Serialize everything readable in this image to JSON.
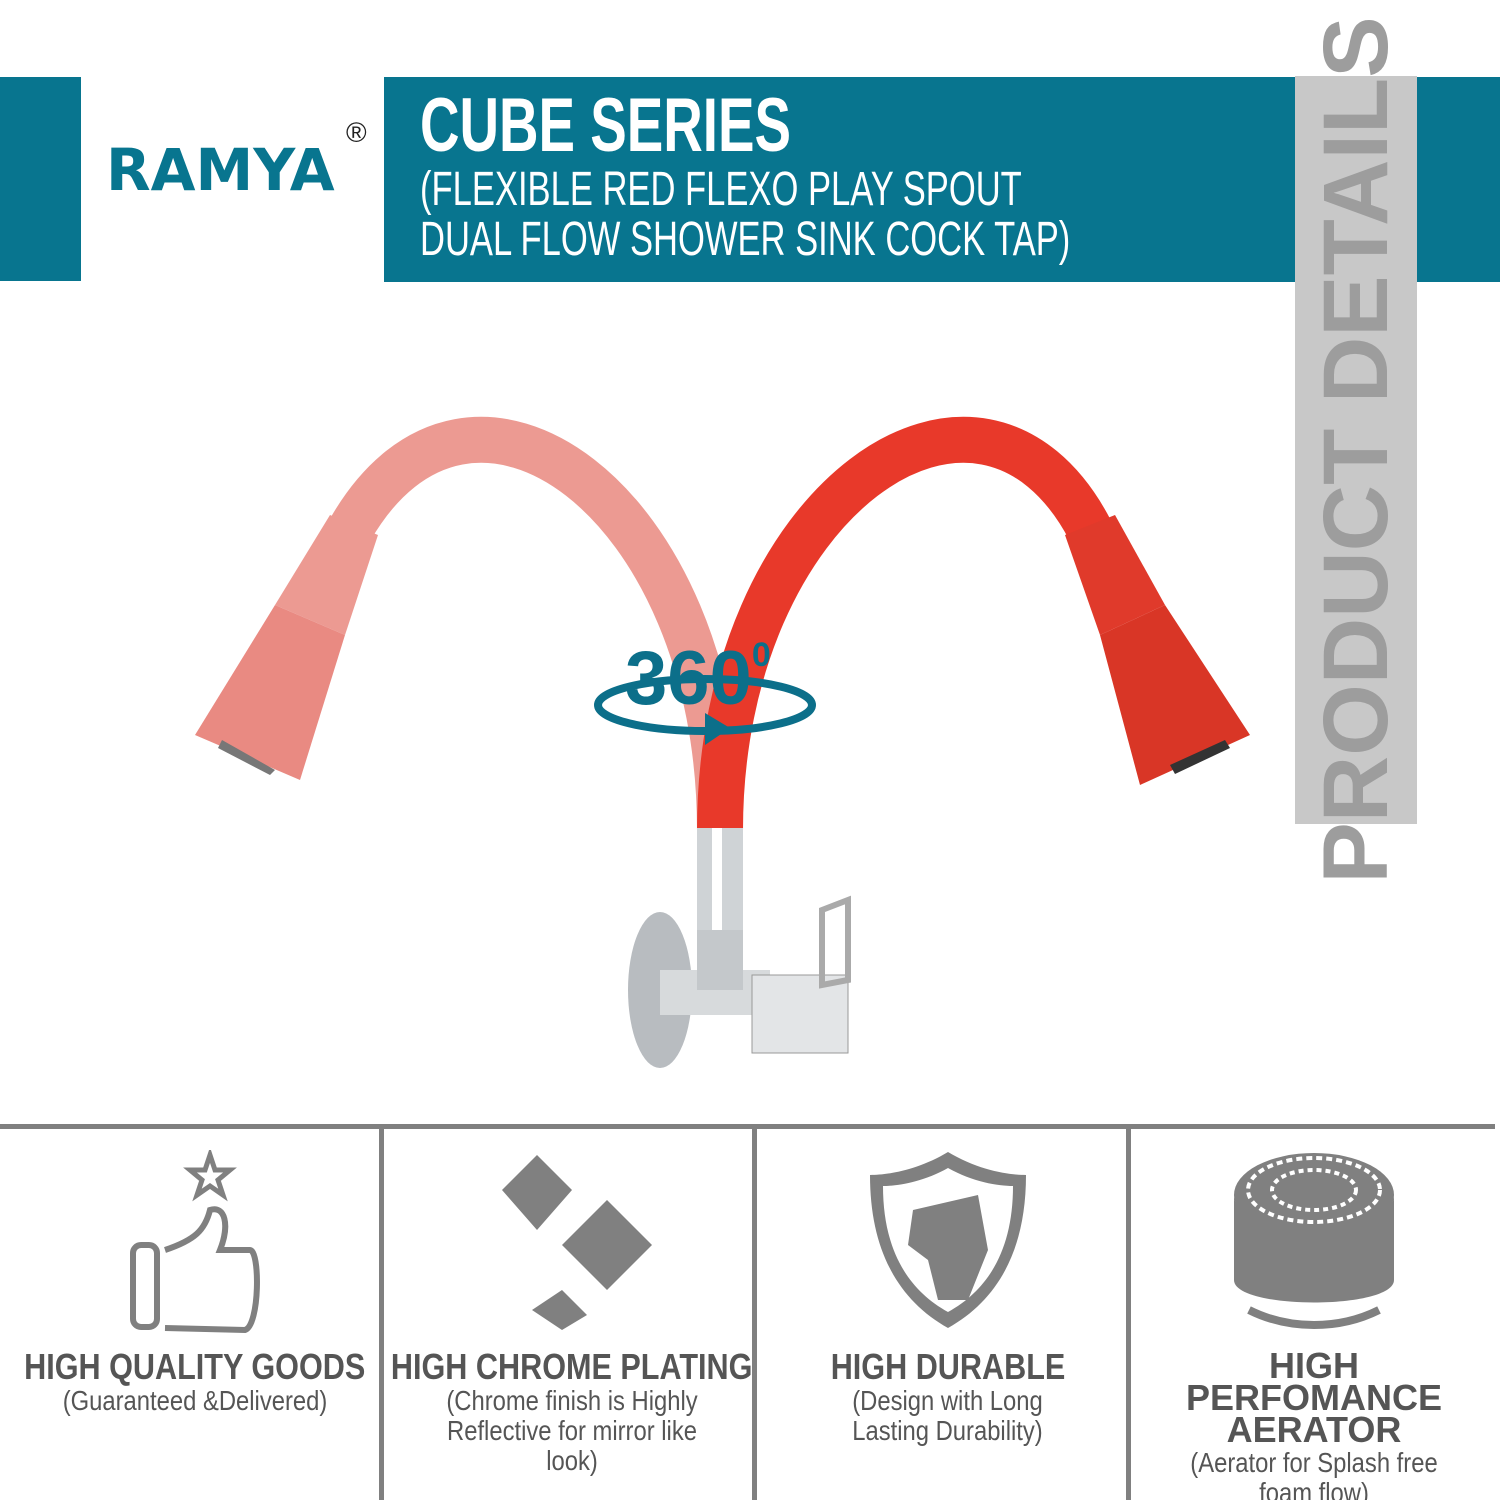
{
  "brand": {
    "logo": "RAMYA",
    "registered": "®"
  },
  "header": {
    "title": "CUBE SERIES",
    "subtitle_line1": "(FLEXIBLE RED FLEXO PLAY SPOUT",
    "subtitle_line2": "DUAL FLOW SHOWER SINK COCK TAP)"
  },
  "side_label": "PRODUCT DETAILS",
  "rotation_badge": {
    "value": "360",
    "unit": "0"
  },
  "colors": {
    "teal": "#08758f",
    "spout_red": "#e8392a",
    "spout_faded": "#ec9a92",
    "gray": "#808080"
  },
  "features": [
    {
      "icon": "thumbs-up-icon",
      "title": "HIGH QUALITY GOODS",
      "desc": "(Guaranteed &Delivered)"
    },
    {
      "icon": "sparkle-icon",
      "title": "HIGH CHROME PLATING",
      "desc": "(Chrome finish is Highly Reflective for mirror like look)"
    },
    {
      "icon": "shield-fist-icon",
      "title": "HIGH DURABLE",
      "desc": "(Design with Long Lasting Durability)"
    },
    {
      "icon": "aerator-icon",
      "title": "HIGH PERFOMANCE AERATOR",
      "desc": "(Aerator for Splash free foam flow)"
    }
  ]
}
